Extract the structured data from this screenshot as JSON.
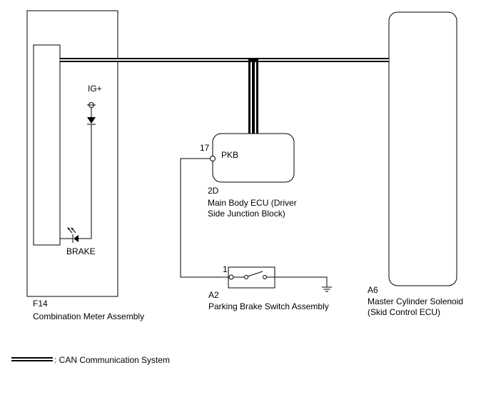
{
  "components": {
    "combination_meter": {
      "code": "F14",
      "name": "Combination Meter Assembly"
    },
    "main_body_ecu": {
      "code": "2D",
      "name_line1": "Main Body ECU (Driver",
      "name_line2": "Side Junction Block)",
      "pin": "17",
      "pin_label": "PKB"
    },
    "parking_brake_switch": {
      "code": "A2",
      "name": "Parking Brake Switch Assembly",
      "pin": "1"
    },
    "master_cylinder": {
      "code": "A6",
      "name_line1": "Master Cylinder Solenoid",
      "name_line2": "(Skid Control ECU)"
    }
  },
  "labels": {
    "ig_plus": "IG+",
    "brake": "BRAKE"
  },
  "legend": {
    "can_text": ": CAN Communication System"
  },
  "colors": {
    "line": "#000000",
    "background": "#ffffff"
  }
}
